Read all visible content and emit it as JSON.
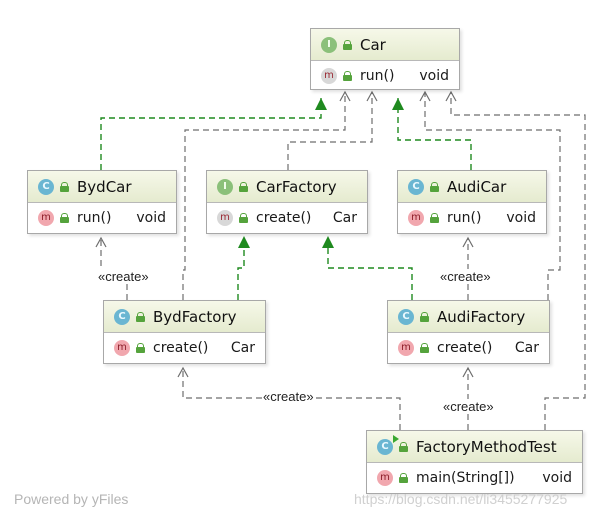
{
  "nodes": {
    "car": {
      "kind": "I",
      "title": "Car",
      "method": {
        "kind": "m",
        "name": "run()",
        "type": "void"
      }
    },
    "bydcar": {
      "kind": "C",
      "title": "BydCar",
      "method": {
        "kind": "m",
        "name": "run()",
        "type": "void"
      }
    },
    "carfactory": {
      "kind": "I",
      "title": "CarFactory",
      "method": {
        "kind": "m",
        "name": "create()",
        "type": "Car"
      }
    },
    "audicar": {
      "kind": "C",
      "title": "AudiCar",
      "method": {
        "kind": "m",
        "name": "run()",
        "type": "void"
      }
    },
    "bydfactory": {
      "kind": "C",
      "title": "BydFactory",
      "method": {
        "kind": "m",
        "name": "create()",
        "type": "Car"
      }
    },
    "audifactory": {
      "kind": "C",
      "title": "AudiFactory",
      "method": {
        "kind": "m",
        "name": "create()",
        "type": "Car"
      }
    },
    "factorymethodtest": {
      "kind": "C",
      "title": "FactoryMethodTest",
      "method": {
        "kind": "m",
        "name": "main(String[])",
        "type": "void"
      }
    }
  },
  "labels": {
    "create1": "«create»",
    "create2": "«create»",
    "create3": "«create»",
    "create4": "«create»"
  },
  "colors": {
    "realization": "#1f8a1f",
    "dependency": "#6e6e6e"
  },
  "watermarks": {
    "left": "Powered by yFiles",
    "right": "https://blog.csdn.net/li3455277925"
  }
}
